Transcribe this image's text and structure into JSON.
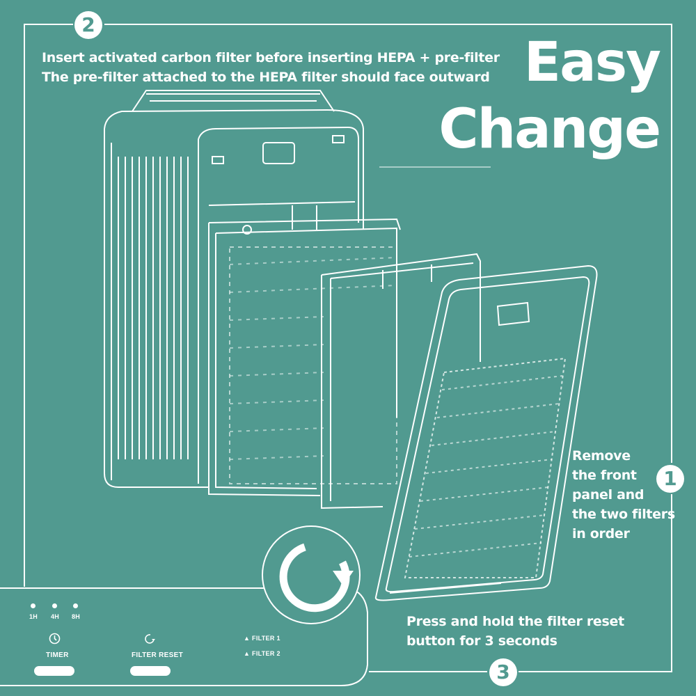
{
  "title": {
    "line1": "Easy",
    "line2": "Change"
  },
  "steps": [
    {
      "number": "1",
      "text": [
        "Remove",
        "the front",
        "panel and",
        "the two filters",
        "in order"
      ]
    },
    {
      "number": "2",
      "text": [
        "Insert activated carbon filter before inserting HEPA + pre-filter",
        "The pre-filter attached to the HEPA filter should face outward"
      ]
    },
    {
      "number": "3",
      "text": [
        "Press and hold the filter reset",
        "button for 3 seconds"
      ]
    }
  ],
  "control_panel": {
    "timer_options": [
      "1H",
      "4H",
      "8H"
    ],
    "timer_label": "TIMER",
    "filter_reset_label": "FILTER RESET",
    "filter_indicators": [
      "FILTER 1",
      "FILTER 2"
    ],
    "icons": [
      "clock-icon",
      "reset-icon",
      "warning-triangle-icon"
    ]
  },
  "colors": {
    "background": "#519a90",
    "foreground": "#ffffff"
  }
}
